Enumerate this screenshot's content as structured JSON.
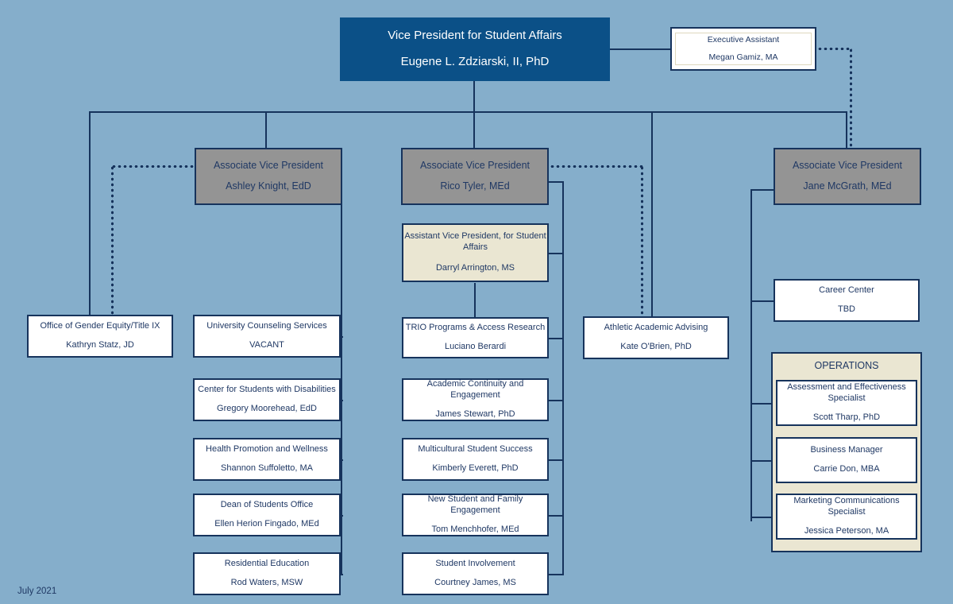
{
  "meta": {
    "date_label": "July 2021",
    "colors": {
      "background": "#85AECB",
      "vp_fill": "#0B5087",
      "assoc_fill": "#949494",
      "asst_fill": "#EAE6D2",
      "leaf_fill": "#FFFFFF",
      "line": "#16335C",
      "text": "#1F3864"
    }
  },
  "top": {
    "vp": {
      "title": "Vice President for Student Affairs",
      "name": "Eugene L. Zdziarski, II, PhD"
    },
    "executive_assistant": {
      "title": "Executive Assistant",
      "name": "Megan Gamiz, MA"
    }
  },
  "branches": {
    "left": {
      "head": {
        "title": "Associate Vice President",
        "name": "Ashley Knight, EdD"
      },
      "dotted_report": {
        "title": "Office of Gender Equity/Title IX",
        "name": "Kathryn Statz, JD"
      },
      "units": [
        {
          "title": "University Counseling Services",
          "name": "VACANT"
        },
        {
          "title": "Center for Students with Disabilities",
          "name": "Gregory Moorehead, EdD"
        },
        {
          "title": "Health Promotion and Wellness",
          "name": "Shannon Suffoletto, MA"
        },
        {
          "title": "Dean of Students Office",
          "name": "Ellen Herion Fingado, MEd"
        },
        {
          "title": "Residential Education",
          "name": "Rod Waters, MSW"
        }
      ]
    },
    "middle": {
      "head": {
        "title": "Associate Vice President",
        "name": "Rico Tyler, MEd"
      },
      "assistant_vp": {
        "title": "Assistant Vice President, for Student Affairs",
        "name": "Darryl Arrington, MS"
      },
      "dotted_report": {
        "title": "Athletic Academic Advising",
        "name": "Kate O'Brien, PhD"
      },
      "units": [
        {
          "title": "TRIO Programs & Access Research",
          "name": "Luciano Berardi"
        },
        {
          "title": "Academic Continuity and Engagement",
          "name": "James Stewart, PhD"
        },
        {
          "title": "Multicultural Student Success",
          "name": "Kimberly Everett, PhD"
        },
        {
          "title": "New Student and Family Engagement",
          "name": "Tom Menchhofer, MEd"
        },
        {
          "title": "Student Involvement",
          "name": "Courtney James, MS"
        }
      ]
    },
    "right": {
      "head": {
        "title": "Associate Vice President",
        "name": "Jane McGrath, MEd"
      },
      "units": [
        {
          "title": "Career Center",
          "name": "TBD"
        }
      ],
      "operations": {
        "label": "OPERATIONS",
        "units": [
          {
            "title": "Assessment and Effectiveness Specialist",
            "name": "Scott Tharp, PhD"
          },
          {
            "title": "Business Manager",
            "name": "Carrie Don, MBA"
          },
          {
            "title": "Marketing Communications Specialist",
            "name": "Jessica Peterson, MA"
          }
        ]
      }
    }
  }
}
